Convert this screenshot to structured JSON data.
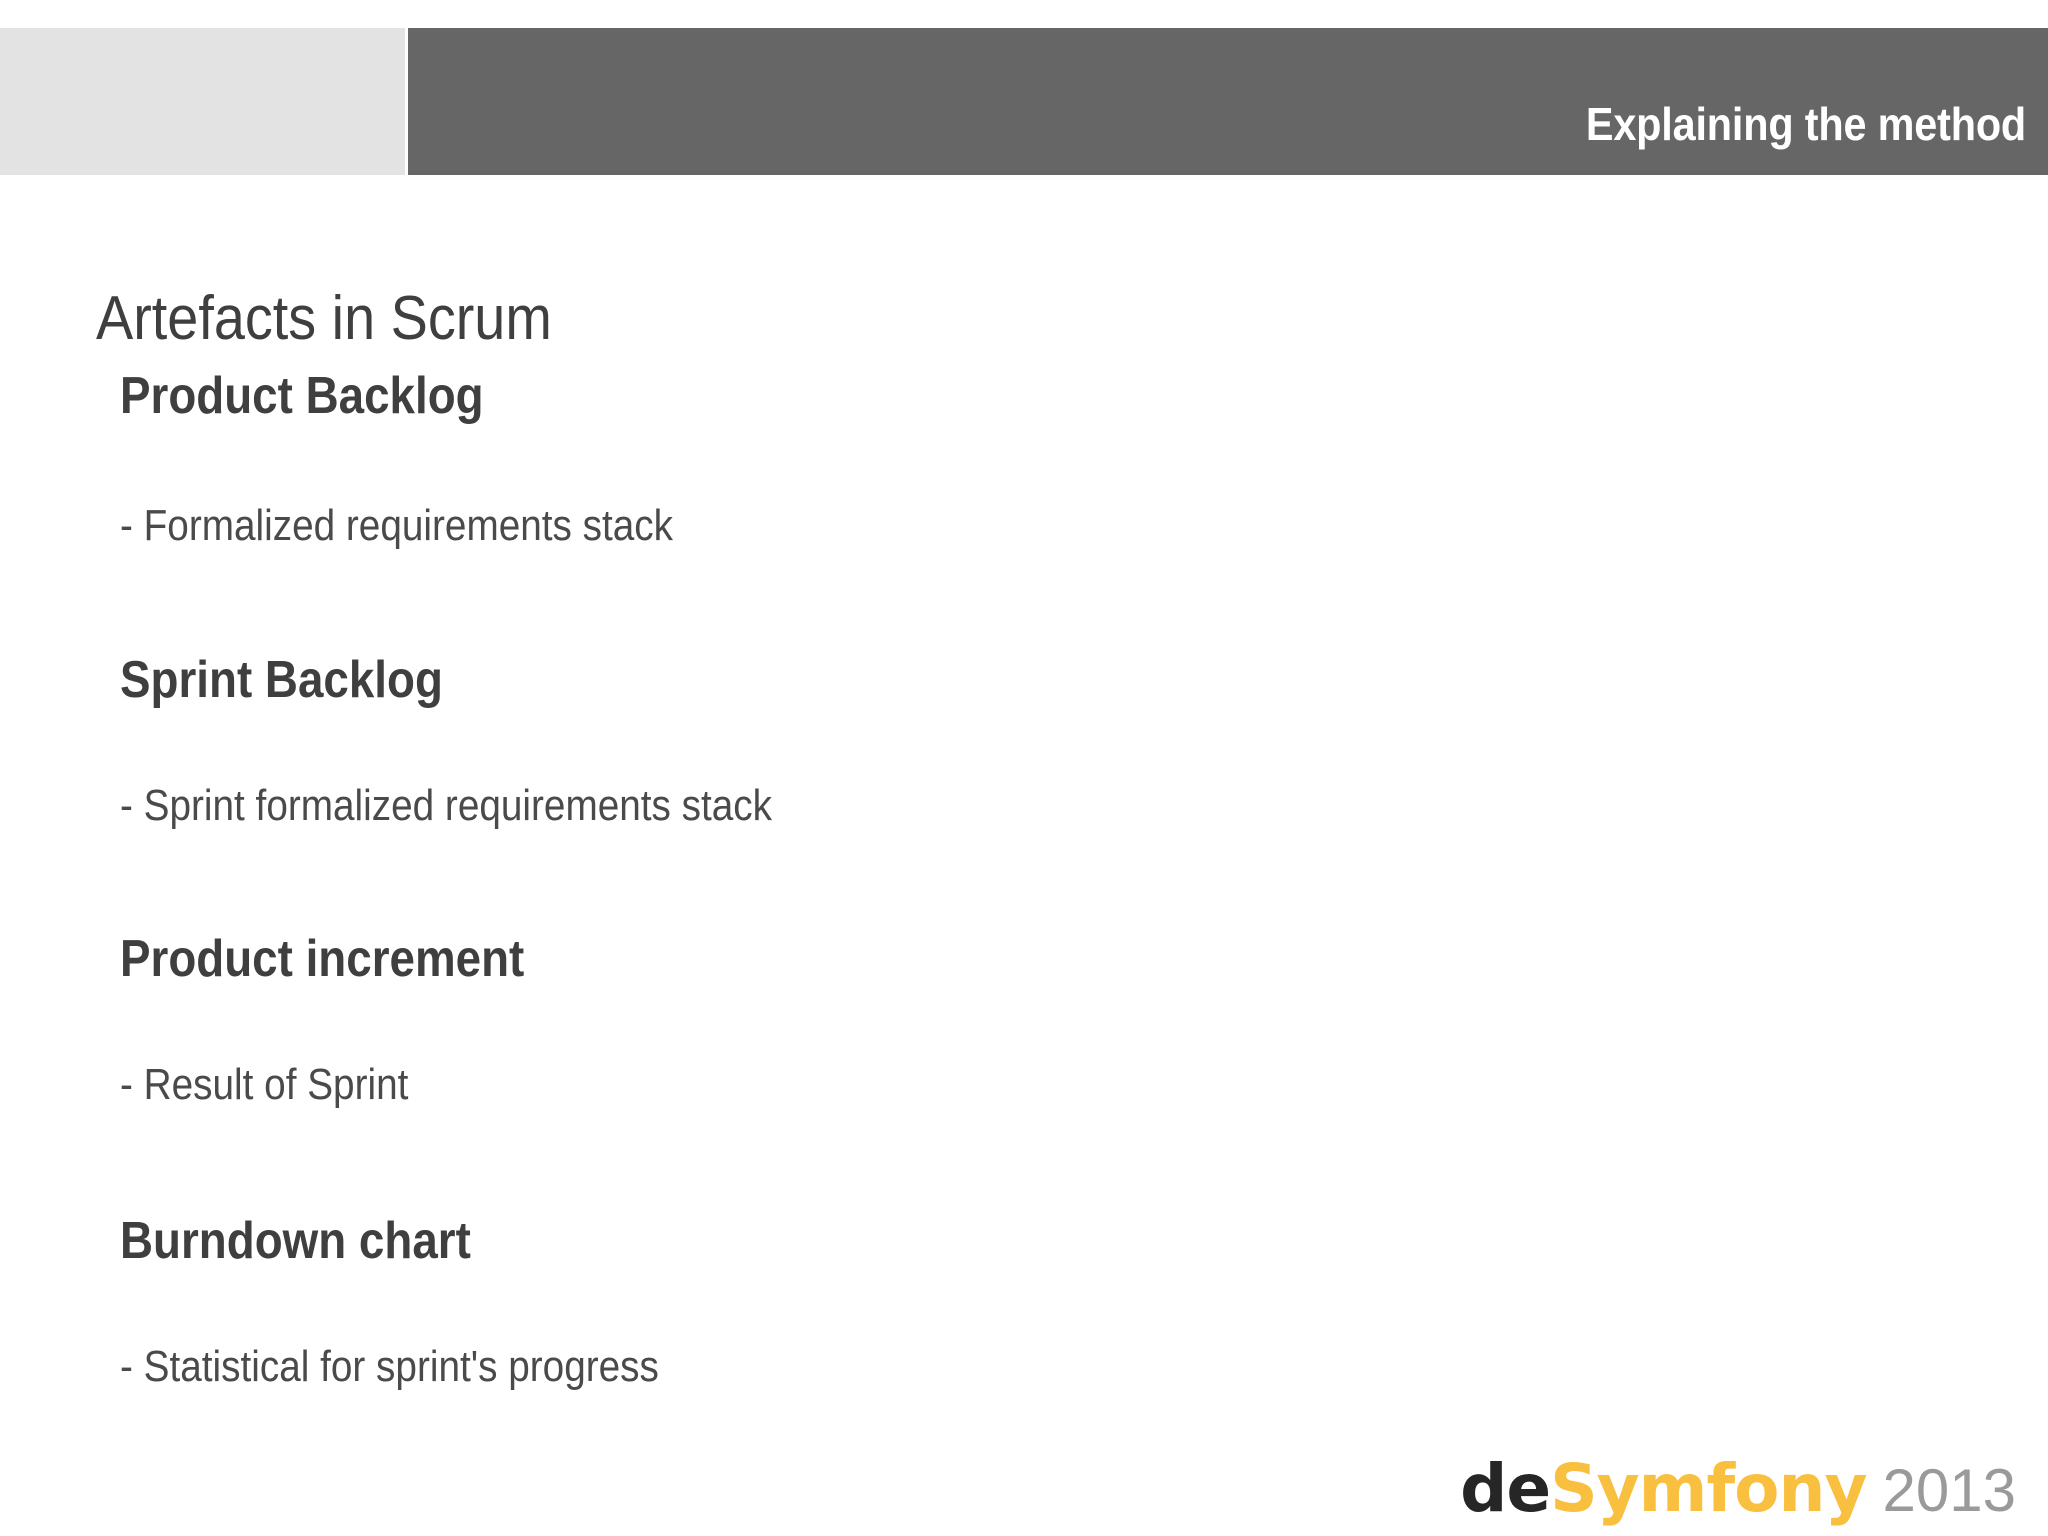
{
  "header": {
    "title": "Explaining the method",
    "band_light_color": "#e3e3e3",
    "band_dark_color": "#666666",
    "title_color": "#ffffff"
  },
  "slide": {
    "title": "Artefacts in Scrum",
    "title_color": "#3f3f3f",
    "background_color": "#ffffff"
  },
  "sections": [
    {
      "heading": "Product Backlog",
      "bullet": "- Formalized requirements stack"
    },
    {
      "heading": "Sprint Backlog",
      "bullet": "- Sprint formalized requirements stack"
    },
    {
      "heading": "Product increment",
      "bullet": "- Result of Sprint"
    },
    {
      "heading": "Burndown chart",
      "bullet": "- Statistical for sprint's progress"
    }
  ],
  "footer": {
    "logo_prefix": "de",
    "logo_brand": "Symfony",
    "year": "2013",
    "logo_prefix_color": "#262626",
    "logo_brand_color": "#f9bf3f",
    "year_color": "#9a9a9a"
  }
}
